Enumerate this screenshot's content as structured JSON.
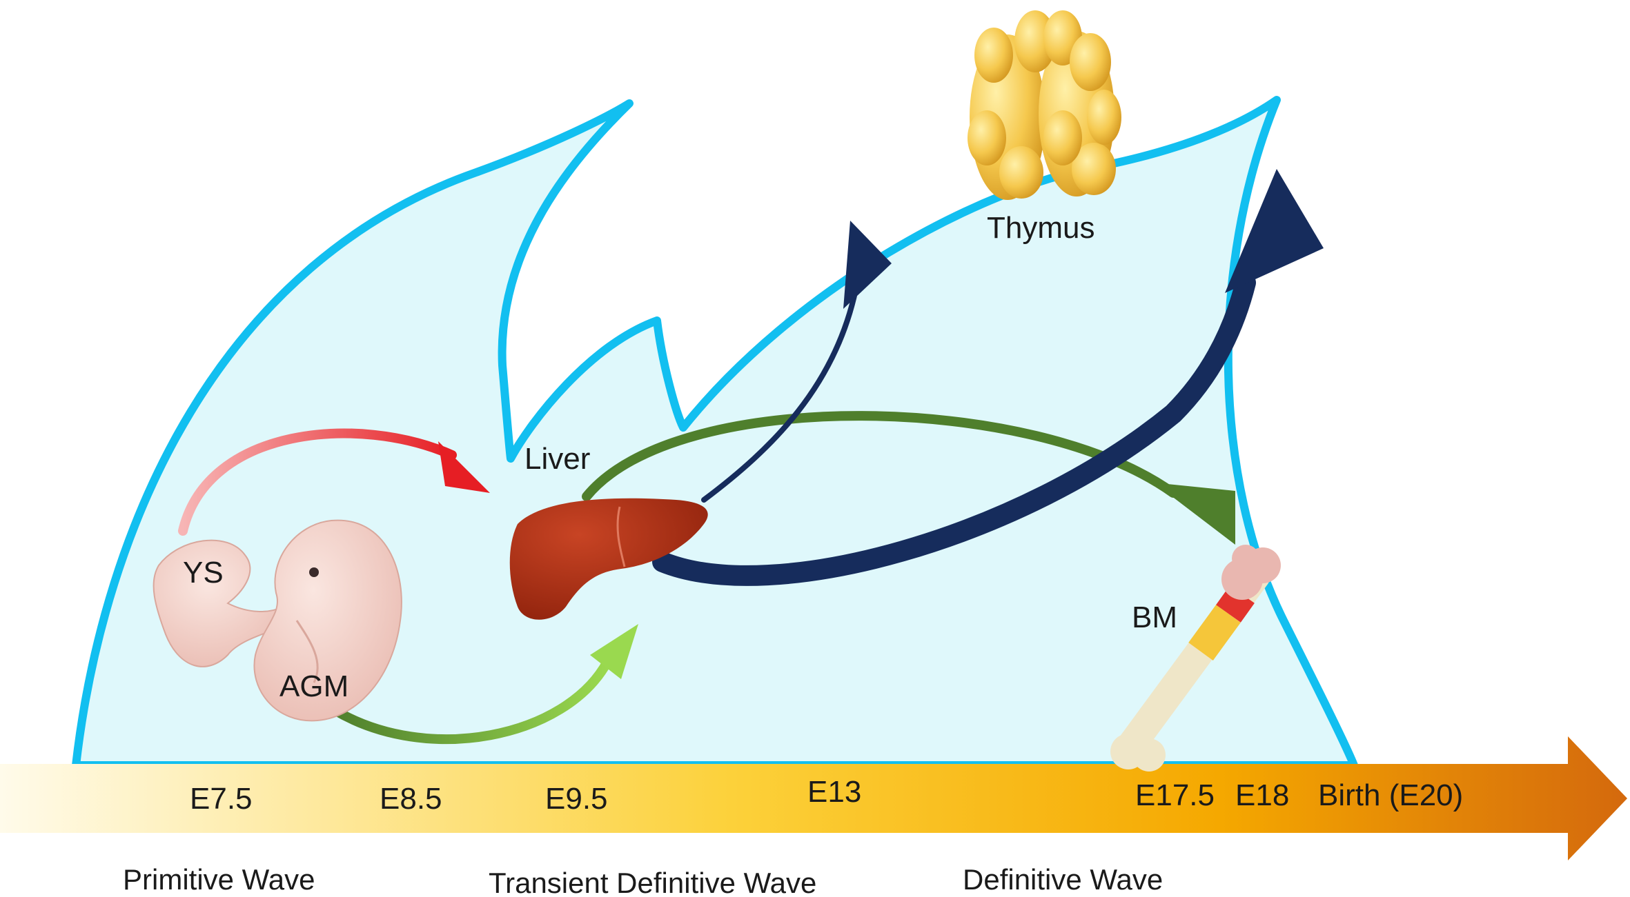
{
  "organs": {
    "ys": "YS",
    "agm": "AGM",
    "liver": "Liver",
    "thymus": "Thymus",
    "bm": "BM"
  },
  "timeline": {
    "ticks": [
      "E7.5",
      "E8.5",
      "E9.5",
      "E13",
      "E17.5",
      "E18",
      "Birth (E20)"
    ],
    "gradient_colors": [
      "#fffbea",
      "#fcd13a",
      "#f5a800",
      "#d4690d"
    ]
  },
  "waves": [
    "Primitive Wave",
    "Transient Definitive Wave",
    "Definitive Wave"
  ],
  "colors": {
    "region_fill": "#dff8fb",
    "region_stroke": "#12bff0",
    "arrow_red": "#e61e24",
    "arrow_light_green": "#8cd24a",
    "arrow_dark_green": "#4f7f2c",
    "arrow_navy": "#162c5c",
    "liver": "#b02d13",
    "embryo": "#f3cfc6"
  }
}
